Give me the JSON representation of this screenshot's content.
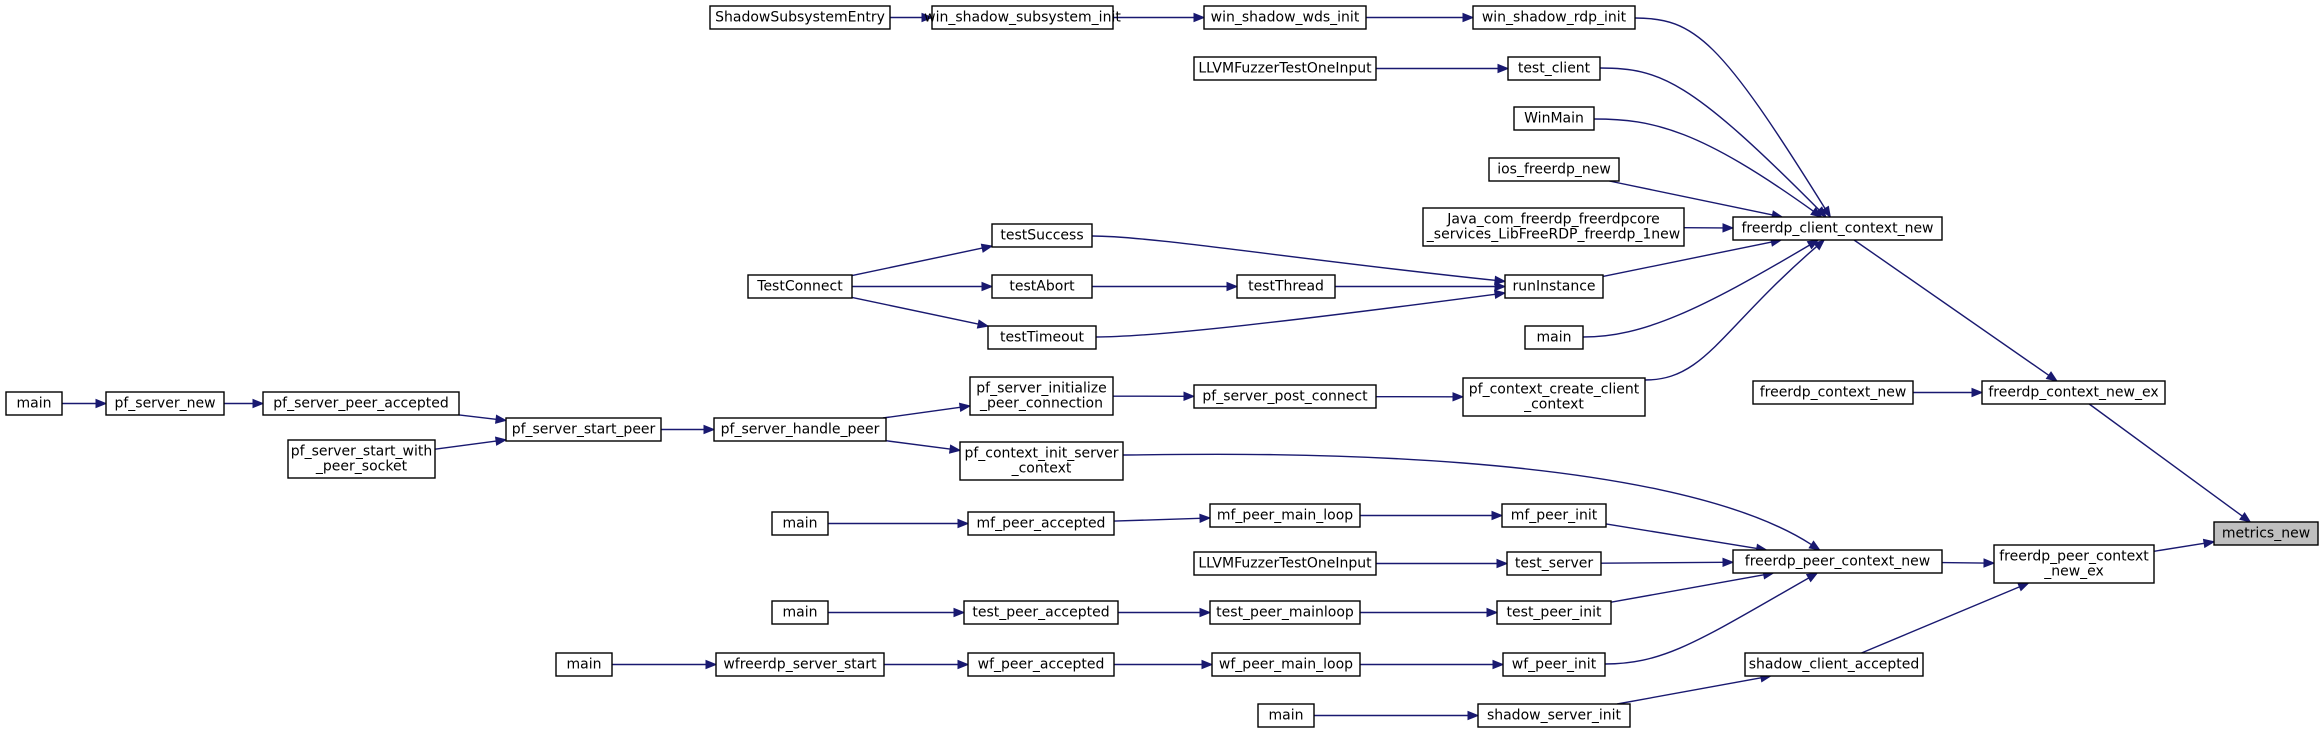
{
  "title": "",
  "colors": {
    "edge": "#191970",
    "node_border": "#000000",
    "root_fill": "#bfbfbf",
    "node_fill": "#ffffff"
  },
  "nodes": [
    {
      "id": "metrics_new",
      "lines": [
        "metrics_new"
      ],
      "root": true
    },
    {
      "id": "freerdp_context_new_ex",
      "lines": [
        "freerdp_context_new_ex"
      ]
    },
    {
      "id": "freerdp_peer_context_new_ex",
      "lines": [
        "freerdp_peer_context",
        "_new_ex"
      ]
    },
    {
      "id": "freerdp_client_context_new",
      "lines": [
        "freerdp_client_context_new"
      ]
    },
    {
      "id": "freerdp_context_new",
      "lines": [
        "freerdp_context_new"
      ]
    },
    {
      "id": "freerdp_peer_context_new",
      "lines": [
        "freerdp_peer_context_new"
      ]
    },
    {
      "id": "shadow_client_accepted",
      "lines": [
        "shadow_client_accepted"
      ]
    },
    {
      "id": "win_shadow_rdp_init",
      "lines": [
        "win_shadow_rdp_init"
      ]
    },
    {
      "id": "test_client",
      "lines": [
        "test_client"
      ]
    },
    {
      "id": "WinMain",
      "lines": [
        "WinMain"
      ]
    },
    {
      "id": "ios_freerdp_new",
      "lines": [
        "ios_freerdp_new"
      ]
    },
    {
      "id": "Java_com",
      "lines": [
        "Java_com_freerdp_freerdpcore",
        "_services_LibFreeRDP_freerdp_1new"
      ]
    },
    {
      "id": "runInstance",
      "lines": [
        "runInstance"
      ]
    },
    {
      "id": "main_client",
      "lines": [
        "main"
      ]
    },
    {
      "id": "pf_context_create_client_context",
      "lines": [
        "pf_context_create_client",
        "_context"
      ]
    },
    {
      "id": "win_shadow_wds_init",
      "lines": [
        "win_shadow_wds_init"
      ]
    },
    {
      "id": "win_shadow_subsystem_init",
      "lines": [
        "win_shadow_subsystem_init"
      ]
    },
    {
      "id": "ShadowSubsystemEntry",
      "lines": [
        "ShadowSubsystemEntry"
      ]
    },
    {
      "id": "LLVMFuzzer_client",
      "lines": [
        "LLVMFuzzerTestOneInput"
      ]
    },
    {
      "id": "testSuccess",
      "lines": [
        "testSuccess"
      ]
    },
    {
      "id": "testThread",
      "lines": [
        "testThread"
      ]
    },
    {
      "id": "testAbort",
      "lines": [
        "testAbort"
      ]
    },
    {
      "id": "testTimeout",
      "lines": [
        "testTimeout"
      ]
    },
    {
      "id": "TestConnect",
      "lines": [
        "TestConnect"
      ]
    },
    {
      "id": "pf_server_post_connect",
      "lines": [
        "pf_server_post_connect"
      ]
    },
    {
      "id": "pf_server_initialize_peer_connection",
      "lines": [
        "pf_server_initialize",
        "_peer_connection"
      ]
    },
    {
      "id": "pf_context_init_server_context",
      "lines": [
        "pf_context_init_server",
        "_context"
      ]
    },
    {
      "id": "pf_server_handle_peer",
      "lines": [
        "pf_server_handle_peer"
      ]
    },
    {
      "id": "pf_server_start_peer",
      "lines": [
        "pf_server_start_peer"
      ]
    },
    {
      "id": "pf_server_peer_accepted",
      "lines": [
        "pf_server_peer_accepted"
      ]
    },
    {
      "id": "pf_server_start_with_peer_socket",
      "lines": [
        "pf_server_start_with",
        "_peer_socket"
      ]
    },
    {
      "id": "pf_server_new",
      "lines": [
        "pf_server_new"
      ]
    },
    {
      "id": "main_pf",
      "lines": [
        "main"
      ]
    },
    {
      "id": "mf_peer_init",
      "lines": [
        "mf_peer_init"
      ]
    },
    {
      "id": "test_server",
      "lines": [
        "test_server"
      ]
    },
    {
      "id": "test_peer_init",
      "lines": [
        "test_peer_init"
      ]
    },
    {
      "id": "wf_peer_init",
      "lines": [
        "wf_peer_init"
      ]
    },
    {
      "id": "mf_peer_main_loop",
      "lines": [
        "mf_peer_main_loop"
      ]
    },
    {
      "id": "mf_peer_accepted",
      "lines": [
        "mf_peer_accepted"
      ]
    },
    {
      "id": "main_mf",
      "lines": [
        "main"
      ]
    },
    {
      "id": "LLVMFuzzer_server",
      "lines": [
        "LLVMFuzzerTestOneInput"
      ]
    },
    {
      "id": "test_peer_mainloop",
      "lines": [
        "test_peer_mainloop"
      ]
    },
    {
      "id": "test_peer_accepted",
      "lines": [
        "test_peer_accepted"
      ]
    },
    {
      "id": "main_test",
      "lines": [
        "main"
      ]
    },
    {
      "id": "wf_peer_main_loop",
      "lines": [
        "wf_peer_main_loop"
      ]
    },
    {
      "id": "wf_peer_accepted",
      "lines": [
        "wf_peer_accepted"
      ]
    },
    {
      "id": "wfreerdp_server_start",
      "lines": [
        "wfreerdp_server_start"
      ]
    },
    {
      "id": "main_wf",
      "lines": [
        "main"
      ]
    },
    {
      "id": "shadow_server_init",
      "lines": [
        "shadow_server_init"
      ]
    },
    {
      "id": "main_shadow",
      "lines": [
        "main"
      ]
    }
  ],
  "edges": [
    {
      "from": "freerdp_context_new_ex",
      "to": "metrics_new"
    },
    {
      "from": "freerdp_peer_context_new_ex",
      "to": "metrics_new"
    },
    {
      "from": "freerdp_client_context_new",
      "to": "freerdp_context_new_ex"
    },
    {
      "from": "freerdp_context_new",
      "to": "freerdp_context_new_ex"
    },
    {
      "from": "freerdp_peer_context_new",
      "to": "freerdp_peer_context_new_ex"
    },
    {
      "from": "shadow_client_accepted",
      "to": "freerdp_peer_context_new_ex"
    },
    {
      "from": "win_shadow_rdp_init",
      "to": "freerdp_client_context_new"
    },
    {
      "from": "test_client",
      "to": "freerdp_client_context_new"
    },
    {
      "from": "WinMain",
      "to": "freerdp_client_context_new"
    },
    {
      "from": "ios_freerdp_new",
      "to": "freerdp_client_context_new"
    },
    {
      "from": "Java_com",
      "to": "freerdp_client_context_new"
    },
    {
      "from": "runInstance",
      "to": "freerdp_client_context_new"
    },
    {
      "from": "main_client",
      "to": "freerdp_client_context_new"
    },
    {
      "from": "pf_context_create_client_context",
      "to": "freerdp_client_context_new"
    },
    {
      "from": "win_shadow_wds_init",
      "to": "win_shadow_rdp_init"
    },
    {
      "from": "win_shadow_subsystem_init",
      "to": "win_shadow_wds_init"
    },
    {
      "from": "ShadowSubsystemEntry",
      "to": "win_shadow_subsystem_init"
    },
    {
      "from": "LLVMFuzzer_client",
      "to": "test_client"
    },
    {
      "from": "testSuccess",
      "to": "runInstance"
    },
    {
      "from": "testThread",
      "to": "runInstance"
    },
    {
      "from": "testTimeout",
      "to": "runInstance"
    },
    {
      "from": "testAbort",
      "to": "testThread"
    },
    {
      "from": "TestConnect",
      "to": "testSuccess"
    },
    {
      "from": "TestConnect",
      "to": "testAbort"
    },
    {
      "from": "TestConnect",
      "to": "testTimeout"
    },
    {
      "from": "pf_server_post_connect",
      "to": "pf_context_create_client_context"
    },
    {
      "from": "pf_server_initialize_peer_connection",
      "to": "pf_server_post_connect"
    },
    {
      "from": "pf_server_handle_peer",
      "to": "pf_server_initialize_peer_connection"
    },
    {
      "from": "pf_server_handle_peer",
      "to": "pf_context_init_server_context"
    },
    {
      "from": "pf_server_start_peer",
      "to": "pf_server_handle_peer"
    },
    {
      "from": "pf_server_peer_accepted",
      "to": "pf_server_start_peer"
    },
    {
      "from": "pf_server_start_with_peer_socket",
      "to": "pf_server_start_peer"
    },
    {
      "from": "pf_server_new",
      "to": "pf_server_peer_accepted"
    },
    {
      "from": "main_pf",
      "to": "pf_server_new"
    },
    {
      "from": "pf_context_init_server_context",
      "to": "freerdp_peer_context_new"
    },
    {
      "from": "mf_peer_init",
      "to": "freerdp_peer_context_new"
    },
    {
      "from": "test_server",
      "to": "freerdp_peer_context_new"
    },
    {
      "from": "test_peer_init",
      "to": "freerdp_peer_context_new"
    },
    {
      "from": "wf_peer_init",
      "to": "freerdp_peer_context_new"
    },
    {
      "from": "mf_peer_main_loop",
      "to": "mf_peer_init"
    },
    {
      "from": "mf_peer_accepted",
      "to": "mf_peer_main_loop"
    },
    {
      "from": "main_mf",
      "to": "mf_peer_accepted"
    },
    {
      "from": "LLVMFuzzer_server",
      "to": "test_server"
    },
    {
      "from": "test_peer_mainloop",
      "to": "test_peer_init"
    },
    {
      "from": "test_peer_accepted",
      "to": "test_peer_mainloop"
    },
    {
      "from": "main_test",
      "to": "test_peer_accepted"
    },
    {
      "from": "wf_peer_main_loop",
      "to": "wf_peer_init"
    },
    {
      "from": "wf_peer_accepted",
      "to": "wf_peer_main_loop"
    },
    {
      "from": "wfreerdp_server_start",
      "to": "wf_peer_accepted"
    },
    {
      "from": "main_wf",
      "to": "wfreerdp_server_start"
    },
    {
      "from": "shadow_server_init",
      "to": "shadow_client_accepted"
    },
    {
      "from": "main_shadow",
      "to": "shadow_server_init"
    }
  ]
}
